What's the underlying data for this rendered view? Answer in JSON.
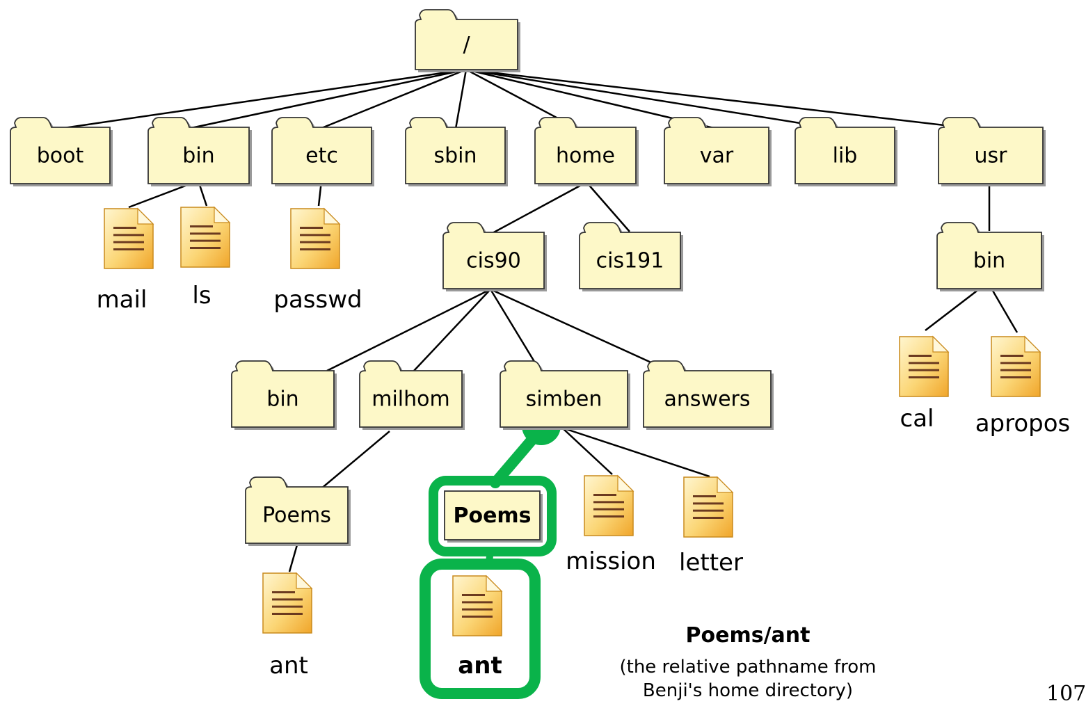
{
  "colors": {
    "folder_fill": "#fdf8c8",
    "folder_border": "#333333",
    "file_fill_top": "#fff3c0",
    "file_fill_bottom": "#f2ad2e",
    "file_lines": "#6b3a1f",
    "highlight": "#0ab34a"
  },
  "folders": {
    "root": "/",
    "boot": "boot",
    "bin": "bin",
    "etc": "etc",
    "sbin": "sbin",
    "home": "home",
    "var": "var",
    "lib": "lib",
    "usr": "usr",
    "cis90": "cis90",
    "cis191": "cis191",
    "usr_bin": "bin",
    "cis90_bin": "bin",
    "milhom": "milhom",
    "simben": "simben",
    "answers": "answers",
    "milhom_poems": "Poems",
    "simben_poems": "Poems"
  },
  "files": {
    "mail": "mail",
    "ls": "ls",
    "passwd": "passwd",
    "cal": "cal",
    "apropos": "apropos",
    "mission": "mission",
    "letter": "letter",
    "milhom_ant": "ant",
    "simben_ant": "ant"
  },
  "caption": {
    "title": "Poems/ant",
    "line1": "(the relative pathname from",
    "line2": "Benji's home directory)"
  },
  "slide_number": "107"
}
